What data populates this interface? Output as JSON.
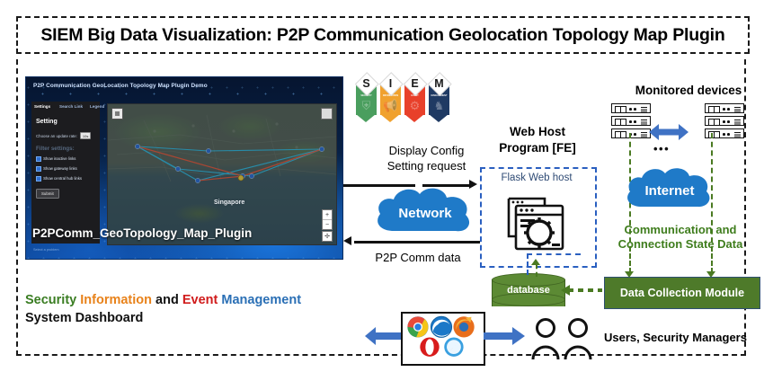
{
  "title": "SIEM Big Data Visualization: P2P Communication Geolocation Topology Map Plugin",
  "app_screenshot": {
    "window_title": "P2P Communication GeoLocation Topology Map Plugin Demo",
    "tabs": [
      {
        "label": "Settings",
        "active": true
      },
      {
        "label": "Search Link",
        "active": false
      },
      {
        "label": "Legend",
        "active": false
      }
    ],
    "panel_heading": "Setting",
    "update_rate_label": "Choose an update rate:",
    "update_rate_value": "10s",
    "filter_heading": "Filter settings:",
    "filters": [
      {
        "label": "Show inactive links",
        "checked": true
      },
      {
        "label": "Show gateway links",
        "checked": true
      },
      {
        "label": "Show central hub links",
        "checked": true
      }
    ],
    "submit_label": "Submit",
    "status_note": "Select a problem",
    "map_place_label": "Singapore",
    "map_zoom_in": "+",
    "map_zoom_out": "−",
    "map_locate": "✢",
    "overlay_caption": "P2PComm_GeoTopology_Map_Plugin"
  },
  "siem_caption": {
    "security": "Security",
    "information": "Information",
    "and": "and",
    "event": "Event",
    "management": "Management",
    "line2": "System Dashboard",
    "colors": {
      "security": "#3a7d22",
      "information": "#e8821a",
      "event": "#d01c1c",
      "management": "#2a6fb5",
      "plain": "#111111"
    }
  },
  "siem_banners": [
    {
      "letter": "S",
      "word": "SECURITY",
      "color": "#4a9e5e",
      "tail": "#3c8550",
      "glyph": "⛨",
      "icon_name": "shield-icon"
    },
    {
      "letter": "I",
      "word": "INFORMATION",
      "color": "#f0a12e",
      "tail": "#d8891d",
      "glyph": "὎3",
      "icon_name": "megaphone-icon"
    },
    {
      "letter": "E",
      "word": "EVENT",
      "color": "#e8402a",
      "tail": "#cc3420",
      "glyph": "⚙",
      "icon_name": "gears-icon"
    },
    {
      "letter": "M",
      "word": "MANAGEMENT",
      "color": "#1f3a63",
      "tail": "#172c4c",
      "glyph": "♞",
      "icon_name": "knight-icon"
    }
  ],
  "flow": {
    "display_config_request": "Display Config\nSetting request",
    "p2p_comm_data": "P2P Comm data",
    "network_cloud": "Network",
    "internet_cloud": "Internet",
    "web_host_title": "Web Host\nProgram [FE]",
    "flask_label": "Flask Web host",
    "monitored_devices": "Monitored devices",
    "device_ellipsis": "•••",
    "comm_state_data": "Communication  and\nConnection State Data",
    "database": "database",
    "data_collection_module": "Data Collection Module",
    "users_label": "Users, Security Managers"
  },
  "browsers": [
    {
      "name": "chrome-icon",
      "color": "#2a7de1"
    },
    {
      "name": "edge-icon",
      "color": "#1c78c8"
    },
    {
      "name": "firefox-icon",
      "color": "#e86e1c"
    },
    {
      "name": "opera-icon",
      "color": "#d81c1c"
    },
    {
      "name": "safari-icon",
      "color": "#3aa0e0"
    }
  ],
  "colors": {
    "accent_blue": "#2a6fb5",
    "cloud_blue": "#1f7ac8",
    "green": "#4e7a2a",
    "green_dash": "#4a7a22",
    "arrow_blue": "#3f72c4"
  }
}
